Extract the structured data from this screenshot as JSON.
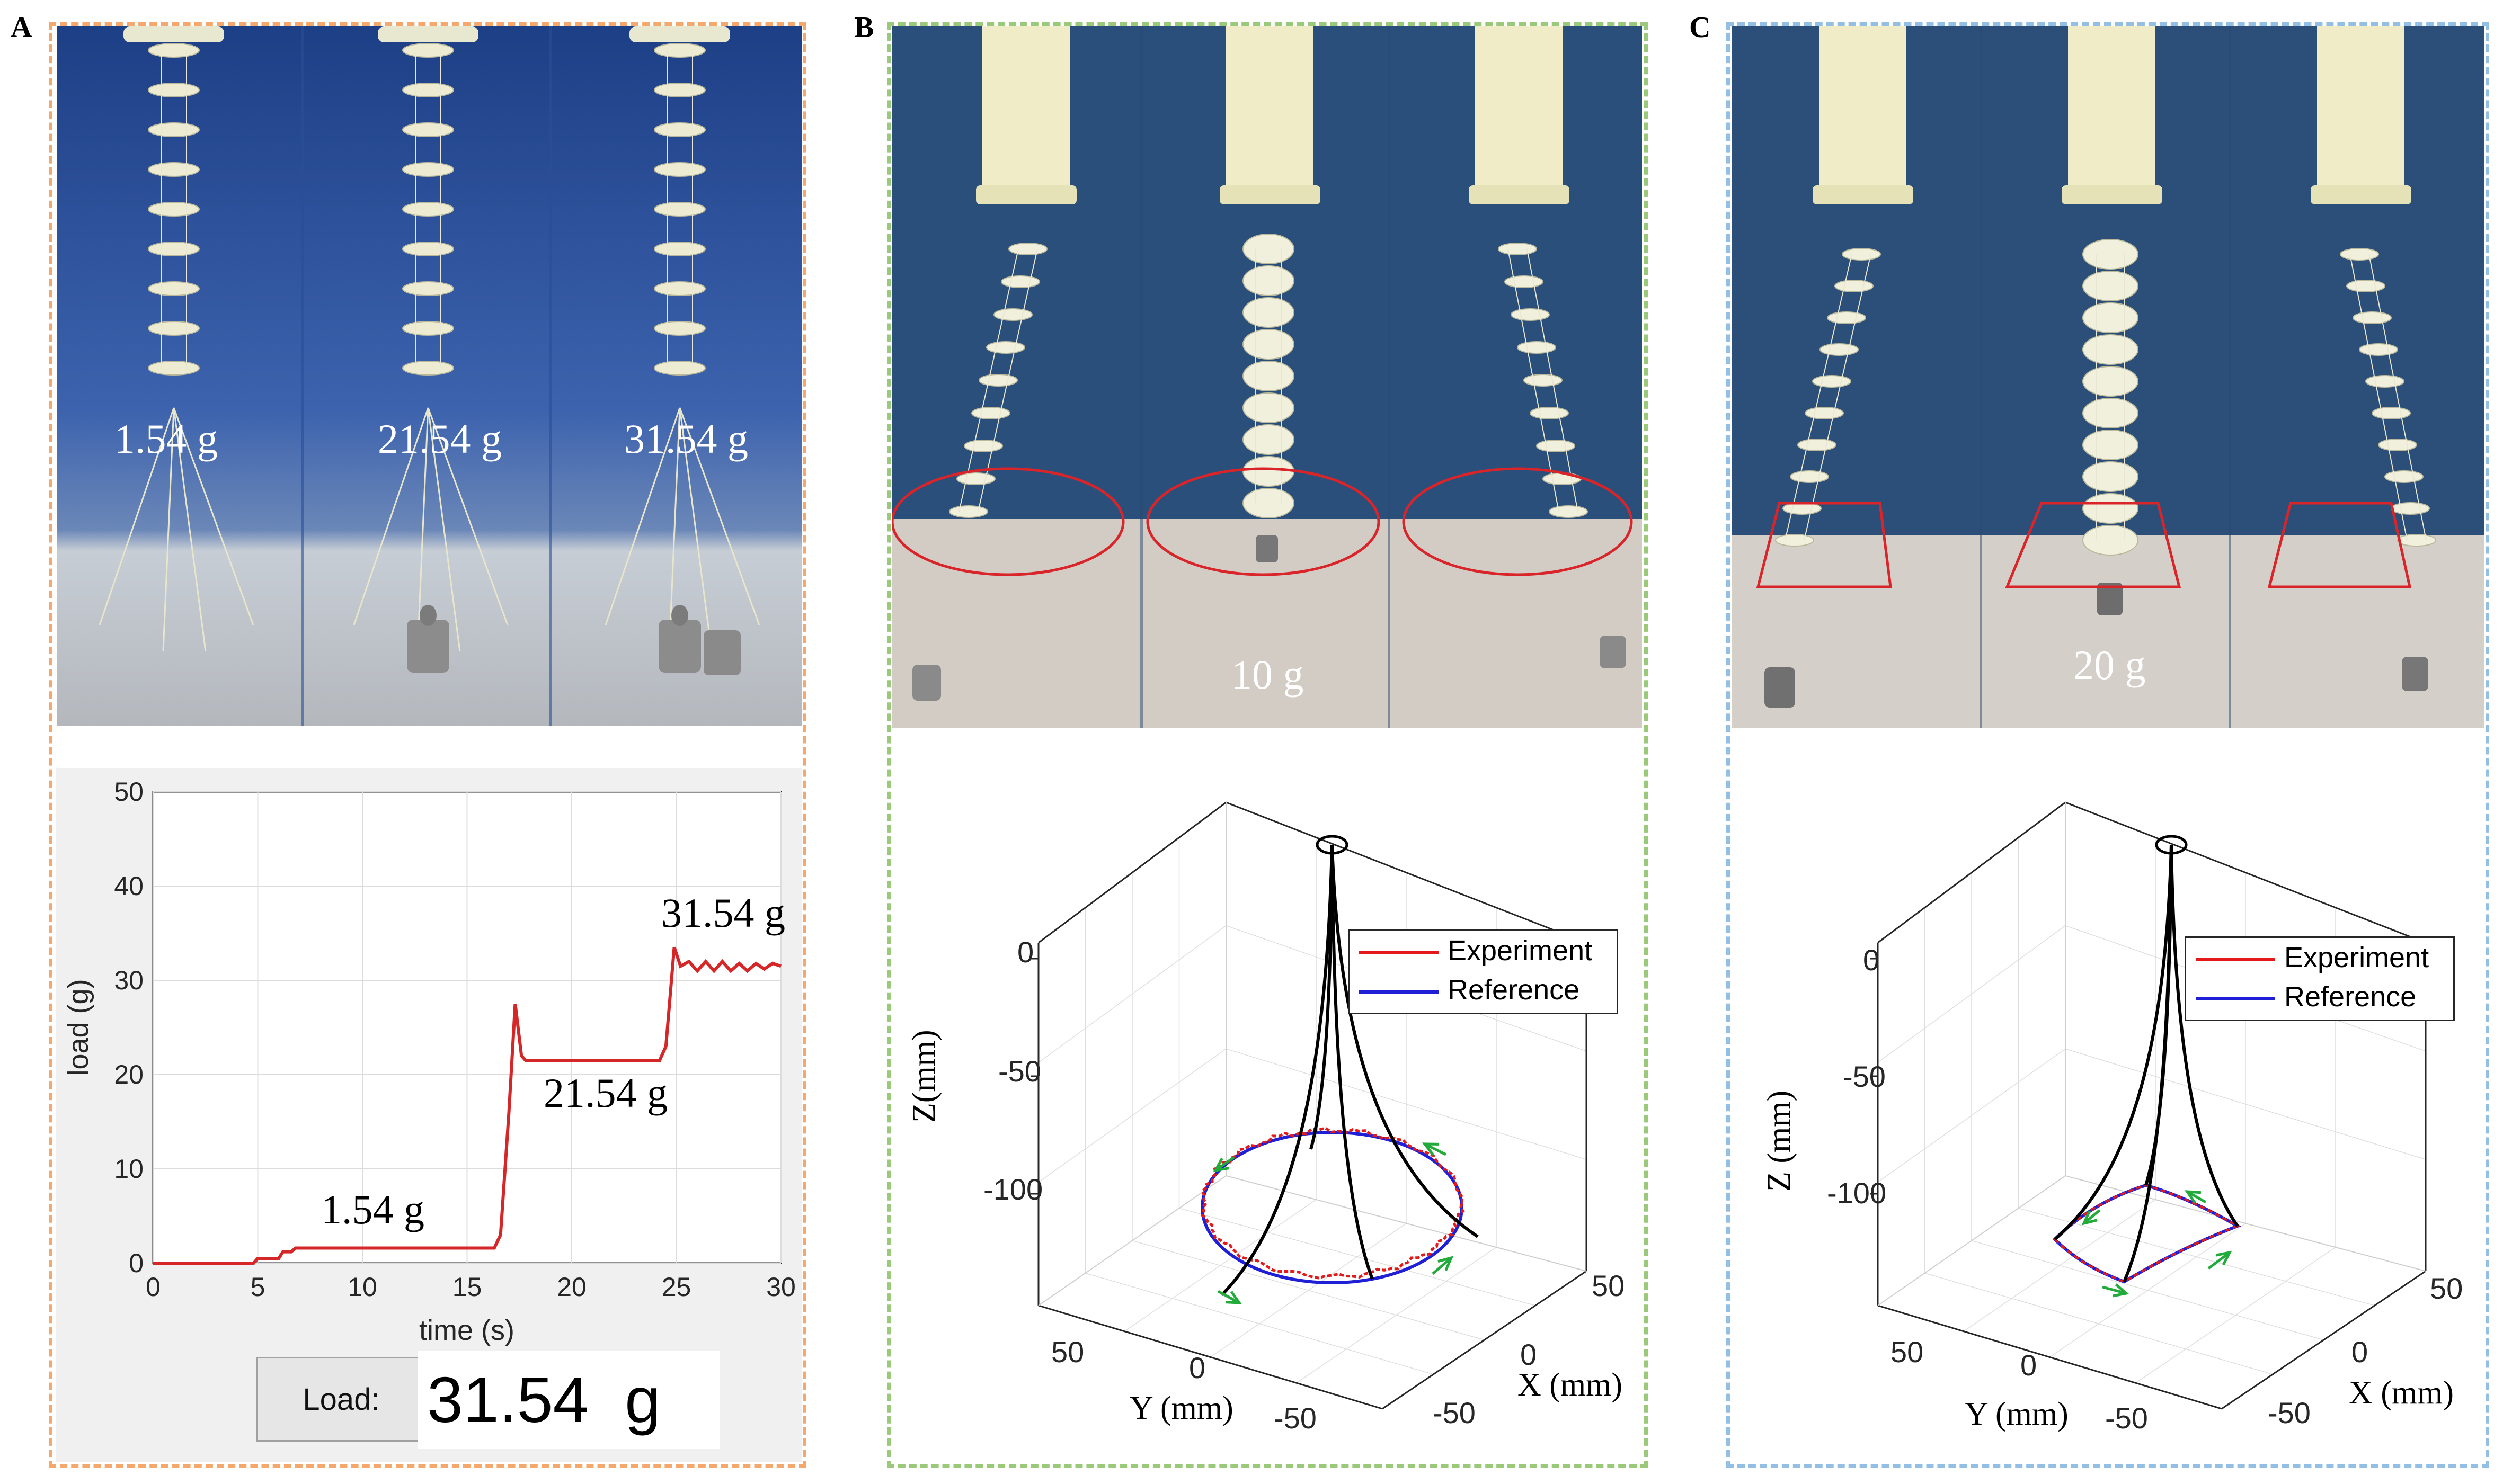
{
  "panels": {
    "a": {
      "letter": "A",
      "photo_labels": [
        "1.54 g",
        "21.54 g",
        "31.54 g"
      ],
      "chart_data": {
        "type": "line",
        "xlabel": "time (s)",
        "ylabel": "load (g)",
        "xlim": [
          0,
          30
        ],
        "ylim": [
          0,
          50
        ],
        "xticks": [
          0,
          5,
          10,
          15,
          20,
          25,
          30
        ],
        "yticks": [
          0,
          10,
          20,
          30,
          40,
          50
        ],
        "grid": true,
        "series": [
          {
            "color": "#d62728",
            "x": [
              0,
              4.8,
              5.0,
              6.0,
              6.2,
              6.6,
              6.8,
              16.3,
              16.6,
              17.0,
              17.3,
              17.6,
              17.8,
              24.2,
              24.5,
              24.9,
              25.2,
              25.6,
              26.0,
              26.4,
              26.8,
              27.2,
              27.6,
              28.0,
              28.4,
              28.8,
              29.2,
              29.6,
              30.0
            ],
            "y": [
              0,
              0,
              0.5,
              0.5,
              1.2,
              1.2,
              1.6,
              1.6,
              3.0,
              16.0,
              27.5,
              22.0,
              21.5,
              21.5,
              23.0,
              33.5,
              31.5,
              32.0,
              31.0,
              32.0,
              31.0,
              32.0,
              31.0,
              31.8,
              31.0,
              31.8,
              31.2,
              31.8,
              31.5
            ]
          }
        ],
        "annotations": [
          "1.54 g",
          "21.54 g",
          "31.54 g"
        ]
      },
      "load_label": "Load:",
      "load_value": "31.54  g"
    },
    "b": {
      "letter": "B",
      "photo_labels": [
        "10 g"
      ],
      "plot": {
        "z_label": "Z(mm)",
        "x_label": "X (mm)",
        "y_label": "Y (mm)",
        "z_ticks": [
          "0",
          "-50",
          "-100"
        ],
        "x_ticks": [
          "50",
          "0",
          "-50"
        ],
        "y_ticks": [
          "50",
          "0",
          "-50"
        ],
        "legend": [
          "Experiment",
          "Reference"
        ],
        "colors": {
          "experiment": "#e31a1c",
          "reference": "#1f1fd6",
          "arrows": "#22aa3a"
        }
      }
    },
    "c": {
      "letter": "C",
      "photo_labels": [
        "20 g"
      ],
      "plot": {
        "z_label": "Z (mm)",
        "x_label": "X (mm)",
        "y_label": "Y (mm)",
        "z_ticks": [
          "0",
          "-50",
          "-100"
        ],
        "x_ticks": [
          "50",
          "0",
          "-50"
        ],
        "y_ticks": [
          "50",
          "0",
          "-50"
        ],
        "legend": [
          "Experiment",
          "Reference"
        ],
        "colors": {
          "experiment": "#e31a1c",
          "reference": "#1f1fd6",
          "arrows": "#22aa3a"
        }
      }
    }
  }
}
